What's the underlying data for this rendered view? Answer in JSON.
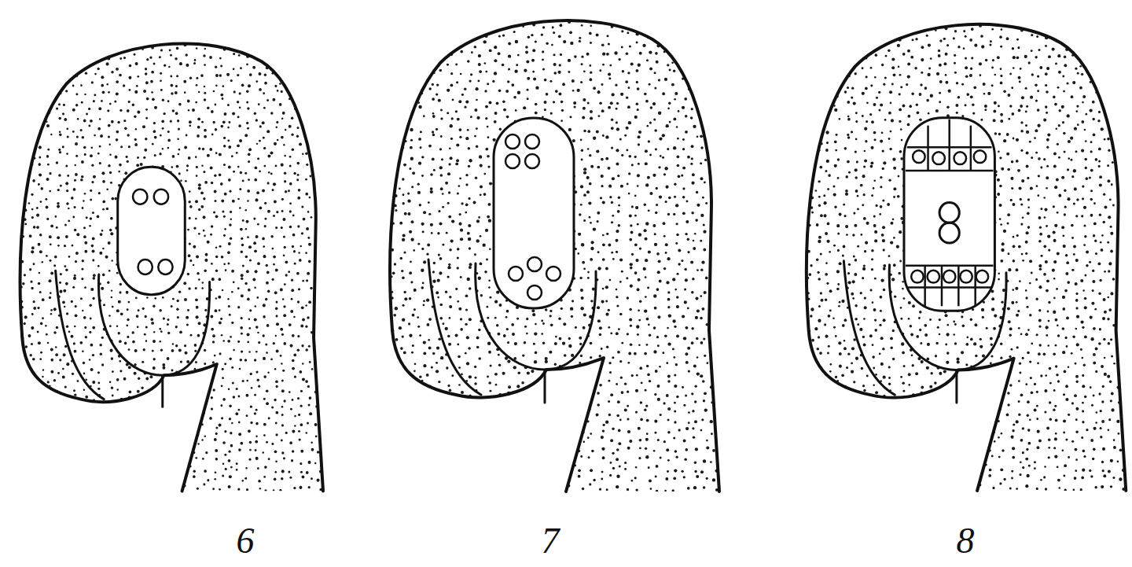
{
  "diagram": {
    "labels": [
      "6",
      "7",
      "8"
    ]
  }
}
